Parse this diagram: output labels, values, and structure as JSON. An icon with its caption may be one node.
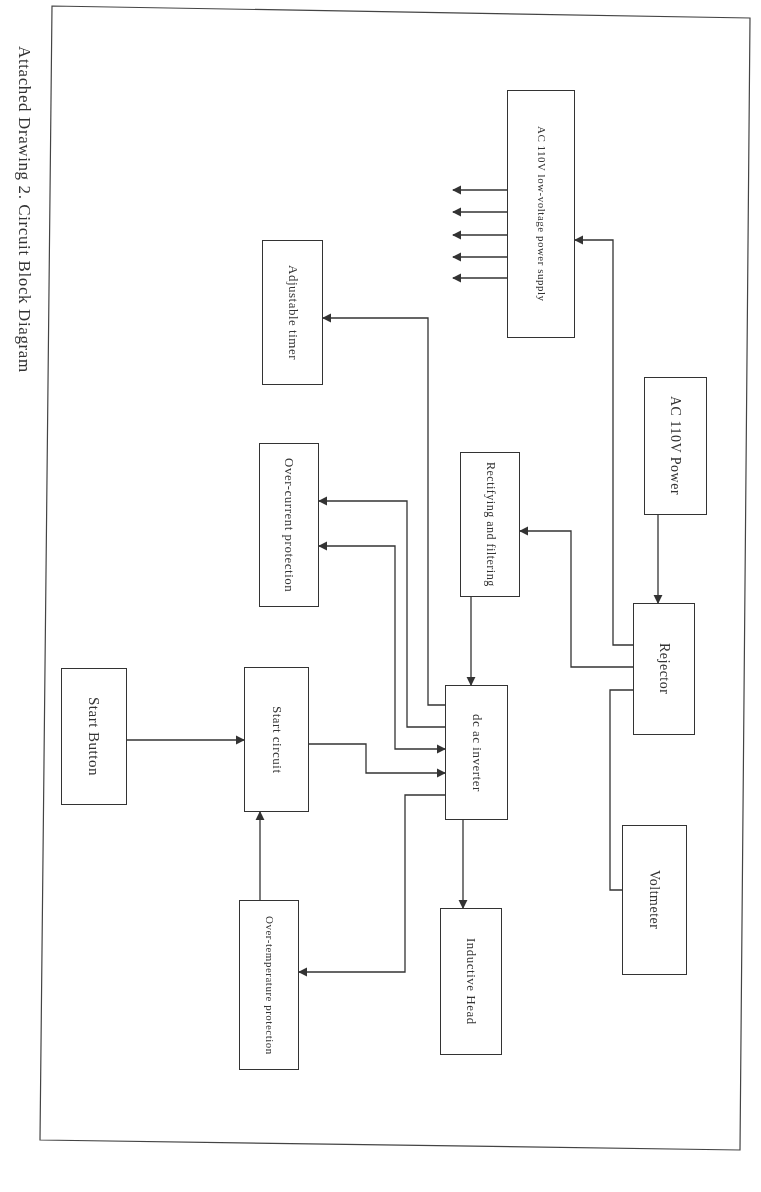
{
  "diagram": {
    "caption": "Attached Drawing 2. Circuit Block Diagram",
    "nodes": [
      {
        "text": [
          "AC 110V Power"
        ]
      },
      {
        "text": [
          "Rejector"
        ]
      },
      {
        "text": [
          "Voltmeter"
        ]
      },
      {
        "text": [
          "AC 110V low-voltage power supply"
        ]
      },
      {
        "text": [
          "Rectifying and filtering"
        ]
      },
      {
        "text": [
          "dc ac inverter"
        ]
      },
      {
        "text": [
          "Inductive Head"
        ]
      },
      {
        "text": [
          "Adjustable timer"
        ]
      },
      {
        "text": [
          "Over-current protection"
        ]
      },
      {
        "text": [
          "Start circuit"
        ]
      },
      {
        "text": [
          "Over-temperature protection"
        ]
      },
      {
        "text": [
          "Start Button"
        ]
      }
    ],
    "edges": [
      {
        "from": 0,
        "to": 1,
        "arrow": "to"
      },
      {
        "from": 1,
        "to": 3,
        "arrow": "to"
      },
      {
        "from": 1,
        "to": 4,
        "arrow": "to"
      },
      {
        "from": 1,
        "to": 2,
        "arrow": "none"
      },
      {
        "from": 4,
        "to": 5,
        "arrow": "to"
      },
      {
        "from": 5,
        "to": 6,
        "arrow": "to"
      },
      {
        "from": 5,
        "to": 7,
        "arrow": "to"
      },
      {
        "from": 5,
        "to": 8,
        "arrow": "to"
      },
      {
        "from": 8,
        "to": 5,
        "arrow": "both"
      },
      {
        "from": 9,
        "to": 5,
        "arrow": "to"
      },
      {
        "from": 5,
        "to": 10,
        "arrow": "to"
      },
      {
        "from": 11,
        "to": 9,
        "arrow": "to"
      },
      {
        "from": 10,
        "to": 9,
        "arrow": "to"
      },
      {
        "from": 3,
        "to": null,
        "arrow": "to"
      },
      {
        "from": 3,
        "to": null,
        "arrow": "to"
      },
      {
        "from": 3,
        "to": null,
        "arrow": "to"
      },
      {
        "from": 3,
        "to": null,
        "arrow": "to"
      },
      {
        "from": 3,
        "to": null,
        "arrow": "to"
      }
    ]
  }
}
